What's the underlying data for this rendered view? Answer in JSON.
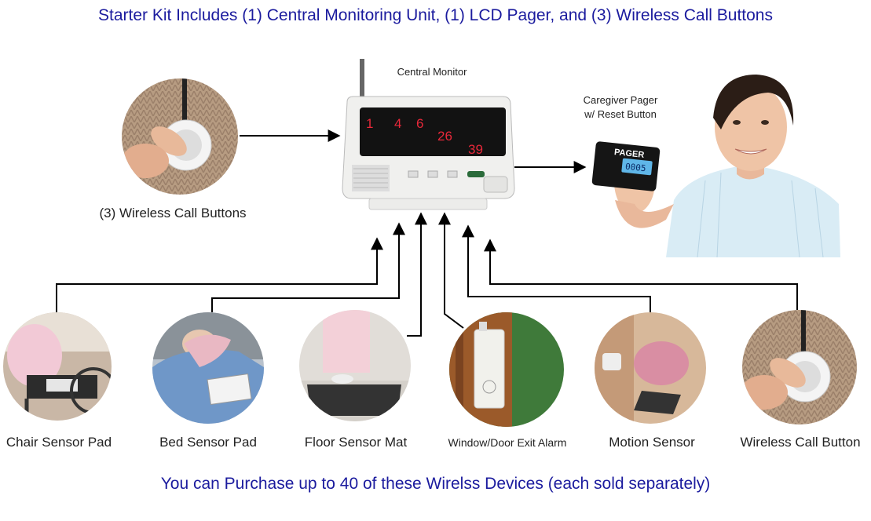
{
  "header": {
    "title": "Starter Kit Includes (1) Central Monitoring Unit, (1) LCD Pager, and (3) Wireless Call Buttons"
  },
  "central_monitor": {
    "label": "Central Monitor",
    "display_numbers": [
      "1",
      "4",
      "6",
      "26",
      "39"
    ]
  },
  "pager": {
    "label_line1": "Caregiver Pager",
    "label_line2": "w/ Reset Button",
    "device_text": "PAGER",
    "screen_value": "0005"
  },
  "call_buttons": {
    "label": "(3) Wireless Call Buttons"
  },
  "devices": [
    {
      "label": "Chair Sensor Pad"
    },
    {
      "label": "Bed Sensor Pad"
    },
    {
      "label": "Floor Sensor Mat"
    },
    {
      "label": "Window/Door Exit Alarm"
    },
    {
      "label": "Motion Sensor"
    },
    {
      "label": "Wireless Call Button"
    }
  ],
  "footer": {
    "text": "You can Purchase up to 40 of these Wirelss Devices (each sold separately)"
  },
  "colors": {
    "title_blue": "#1b1b9e",
    "display_red": "#e8283a",
    "pager_screen": "#5fb6e8"
  }
}
